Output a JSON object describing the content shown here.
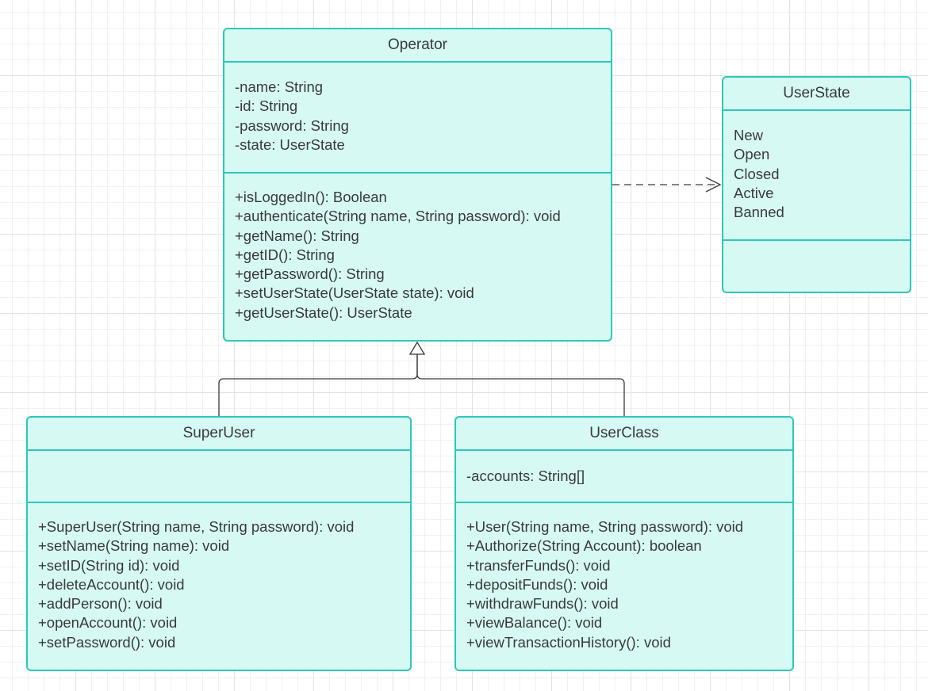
{
  "classes": {
    "operator": {
      "name": "Operator",
      "attributes": [
        "-name: String",
        "-id: String",
        "-password: String",
        "-state: UserState"
      ],
      "methods": [
        "+isLoggedIn(): Boolean",
        "+authenticate(String name, String password): void",
        "+getName(): String",
        "+getID(): String",
        "+getPassword(): String",
        "+setUserState(UserState state): void",
        "+getUserState(): UserState"
      ]
    },
    "userstate": {
      "name": "UserState",
      "attributes": [
        "New",
        "Open",
        "Closed",
        "Active",
        "Banned"
      ],
      "methods": []
    },
    "superuser": {
      "name": "SuperUser",
      "attributes": [],
      "methods": [
        "+SuperUser(String name, String password): void",
        "+setName(String name): void",
        "+setID(String id): void",
        "+deleteAccount(): void",
        "+addPerson(): void",
        "+openAccount(): void",
        "+setPassword(): void"
      ]
    },
    "userclass": {
      "name": "UserClass",
      "attributes": [
        "-accounts: String[]"
      ],
      "methods": [
        "+User(String name, String password): void",
        "+Authorize(String Account): boolean",
        "+transferFunds(): void",
        "+depositFunds(): void",
        "+withdrawFunds(): void",
        "+viewBalance(): void",
        "+viewTransactionHistory(): void"
      ]
    }
  },
  "relationships": [
    {
      "type": "dependency",
      "from": "Operator",
      "to": "UserState"
    },
    {
      "type": "generalization",
      "from": "SuperUser",
      "to": "Operator"
    },
    {
      "type": "generalization",
      "from": "UserClass",
      "to": "Operator"
    }
  ],
  "colors": {
    "box_fill": "#d6f9f3",
    "box_border": "#2ec8b6",
    "connector": "#3a3a3a",
    "text": "#3a3a3a"
  }
}
